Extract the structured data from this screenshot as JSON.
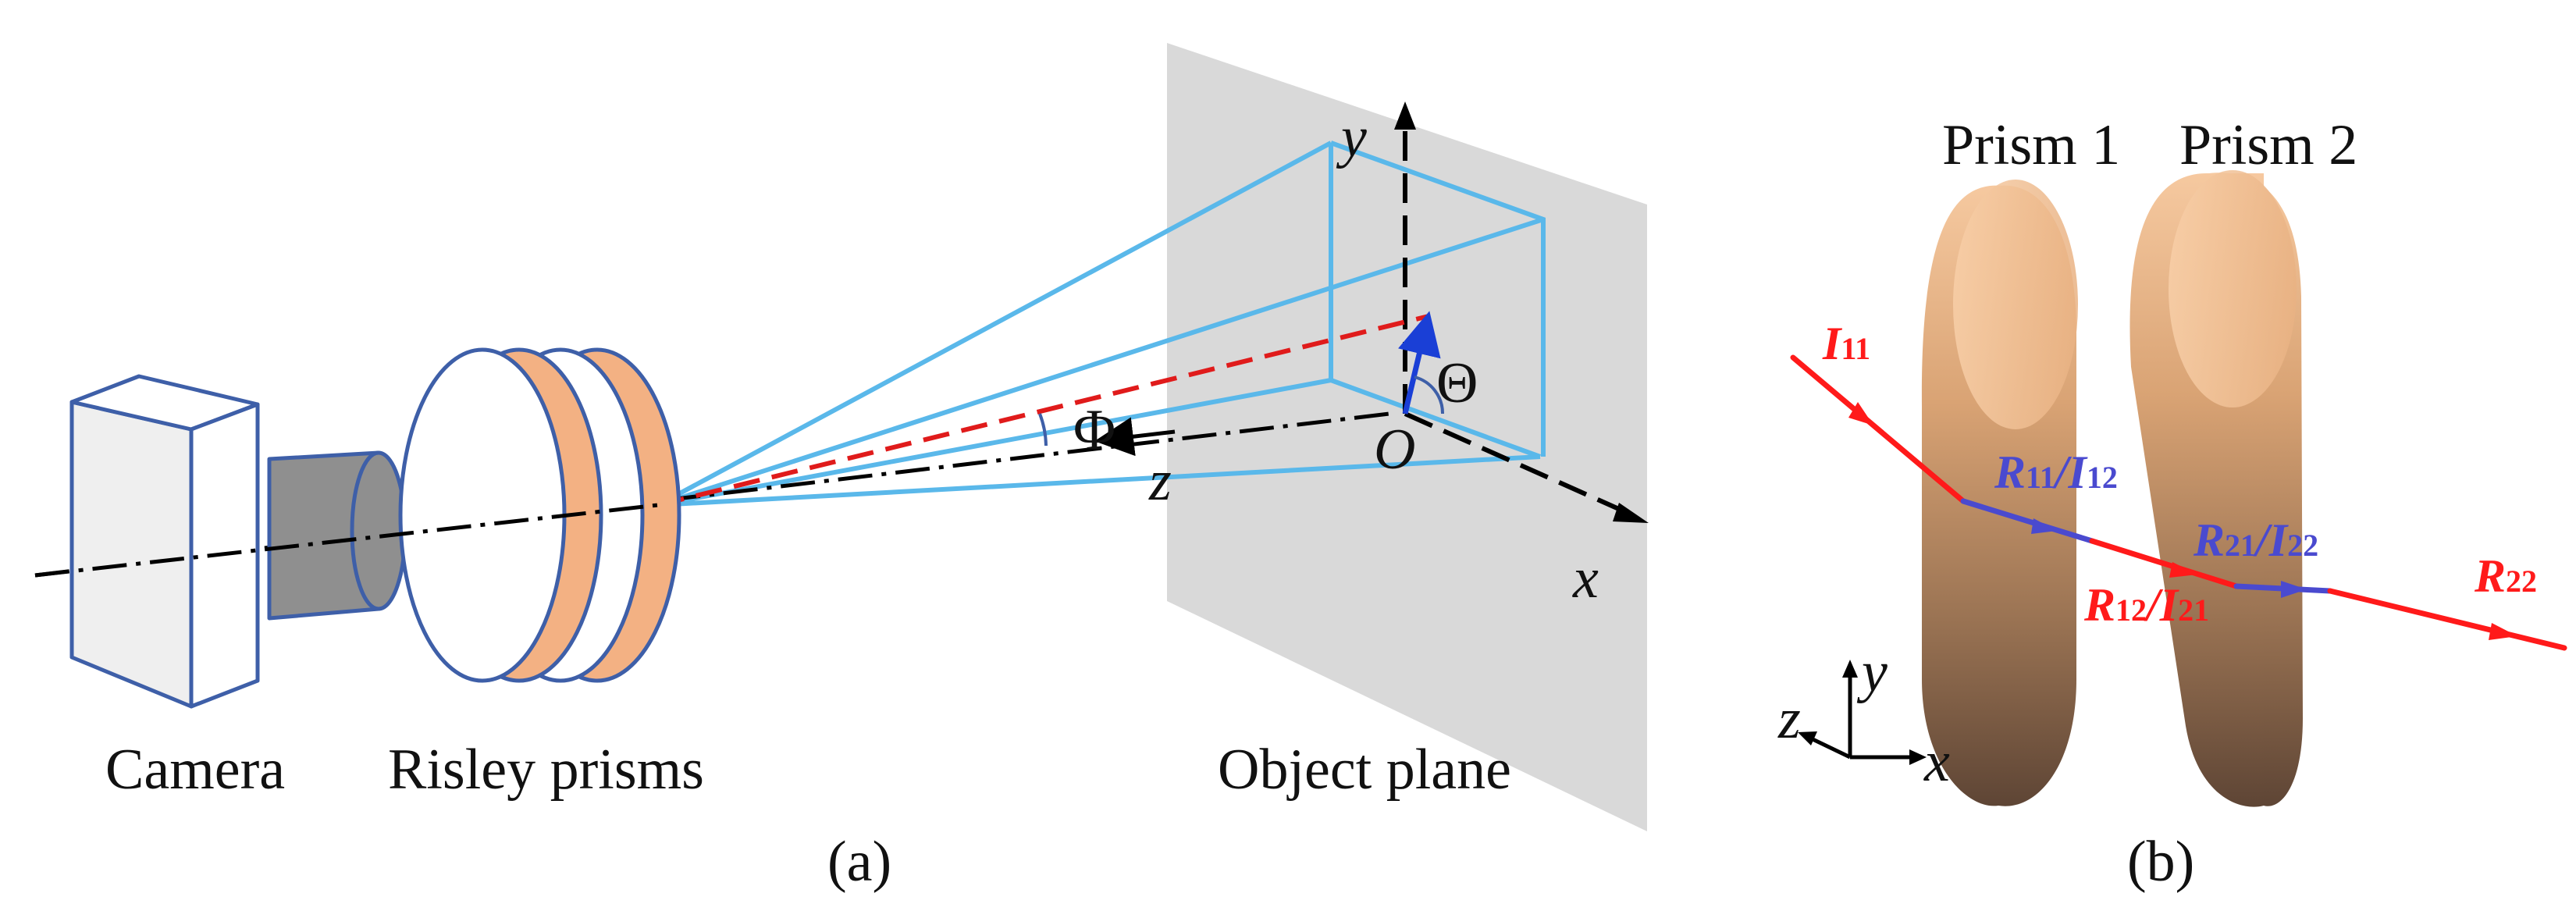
{
  "panel_a": {
    "caption": "(a)",
    "labels": {
      "camera": "Camera",
      "risley": "Risley prisms",
      "object_plane": "Object plane"
    },
    "axes": {
      "x": "x",
      "y": "y",
      "z": "z",
      "origin": "O"
    },
    "angles": {
      "phi": "Φ",
      "theta": "Θ"
    }
  },
  "panel_b": {
    "caption": "(b)",
    "prism1": "Prism 1",
    "prism2": "Prism 2",
    "axes": {
      "x": "x",
      "y": "y",
      "z": "z"
    },
    "rays": {
      "i11": {
        "main": "I",
        "sub": "11"
      },
      "r11_i12": {
        "m1": "R",
        "s1": "11",
        "m2": "/I",
        "s2": "12"
      },
      "r12_i21": {
        "m1": "R",
        "s1": "12",
        "m2": "/I",
        "s2": "21"
      },
      "r21_i22": {
        "m1": "R",
        "s1": "21",
        "m2": "/I",
        "s2": "22"
      },
      "r22": {
        "main": "R",
        "sub": "22"
      }
    }
  },
  "colors": {
    "fov_lines": "#5ab8ea",
    "boresight": "#e01b1b",
    "ray_red": "#ff1a1a",
    "ray_blue": "#4a4acf",
    "prism_orange": "#f3b183",
    "outline_blue": "#3e5fa8",
    "plane_gray": "#d9d9d9",
    "camera_gray": "#8f8f8f"
  }
}
